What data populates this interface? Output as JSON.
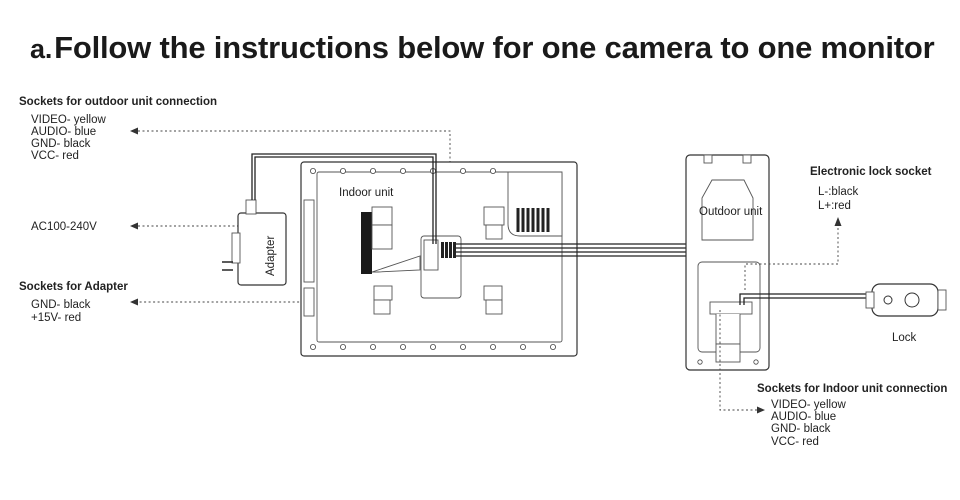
{
  "title": {
    "prefix": "a.",
    "text": "Follow the instructions below for one camera to one monitor"
  },
  "outdoor_sockets": {
    "heading": "Sockets for outdoor unit connection",
    "items": [
      "VIDEO- yellow",
      "AUDIO- blue",
      "GND- black",
      "VCC- red"
    ]
  },
  "power": {
    "label": "AC100-240V"
  },
  "adapter_sockets": {
    "heading": "Sockets for Adapter",
    "items": [
      "GND- black",
      "+15V- red"
    ]
  },
  "adapter": {
    "label": "Adapter"
  },
  "indoor_unit": {
    "label": "Indoor unit"
  },
  "outdoor_unit": {
    "label": "Outdoor unit"
  },
  "lock_socket": {
    "heading": "Electronic lock socket",
    "items": [
      "L-:black",
      "L+:red"
    ]
  },
  "lock": {
    "label": "Lock"
  },
  "indoor_sockets": {
    "heading": "Sockets for Indoor unit connection",
    "items": [
      "VIDEO- yellow",
      "AUDIO- blue",
      "GND- black",
      "VCC- red"
    ]
  }
}
